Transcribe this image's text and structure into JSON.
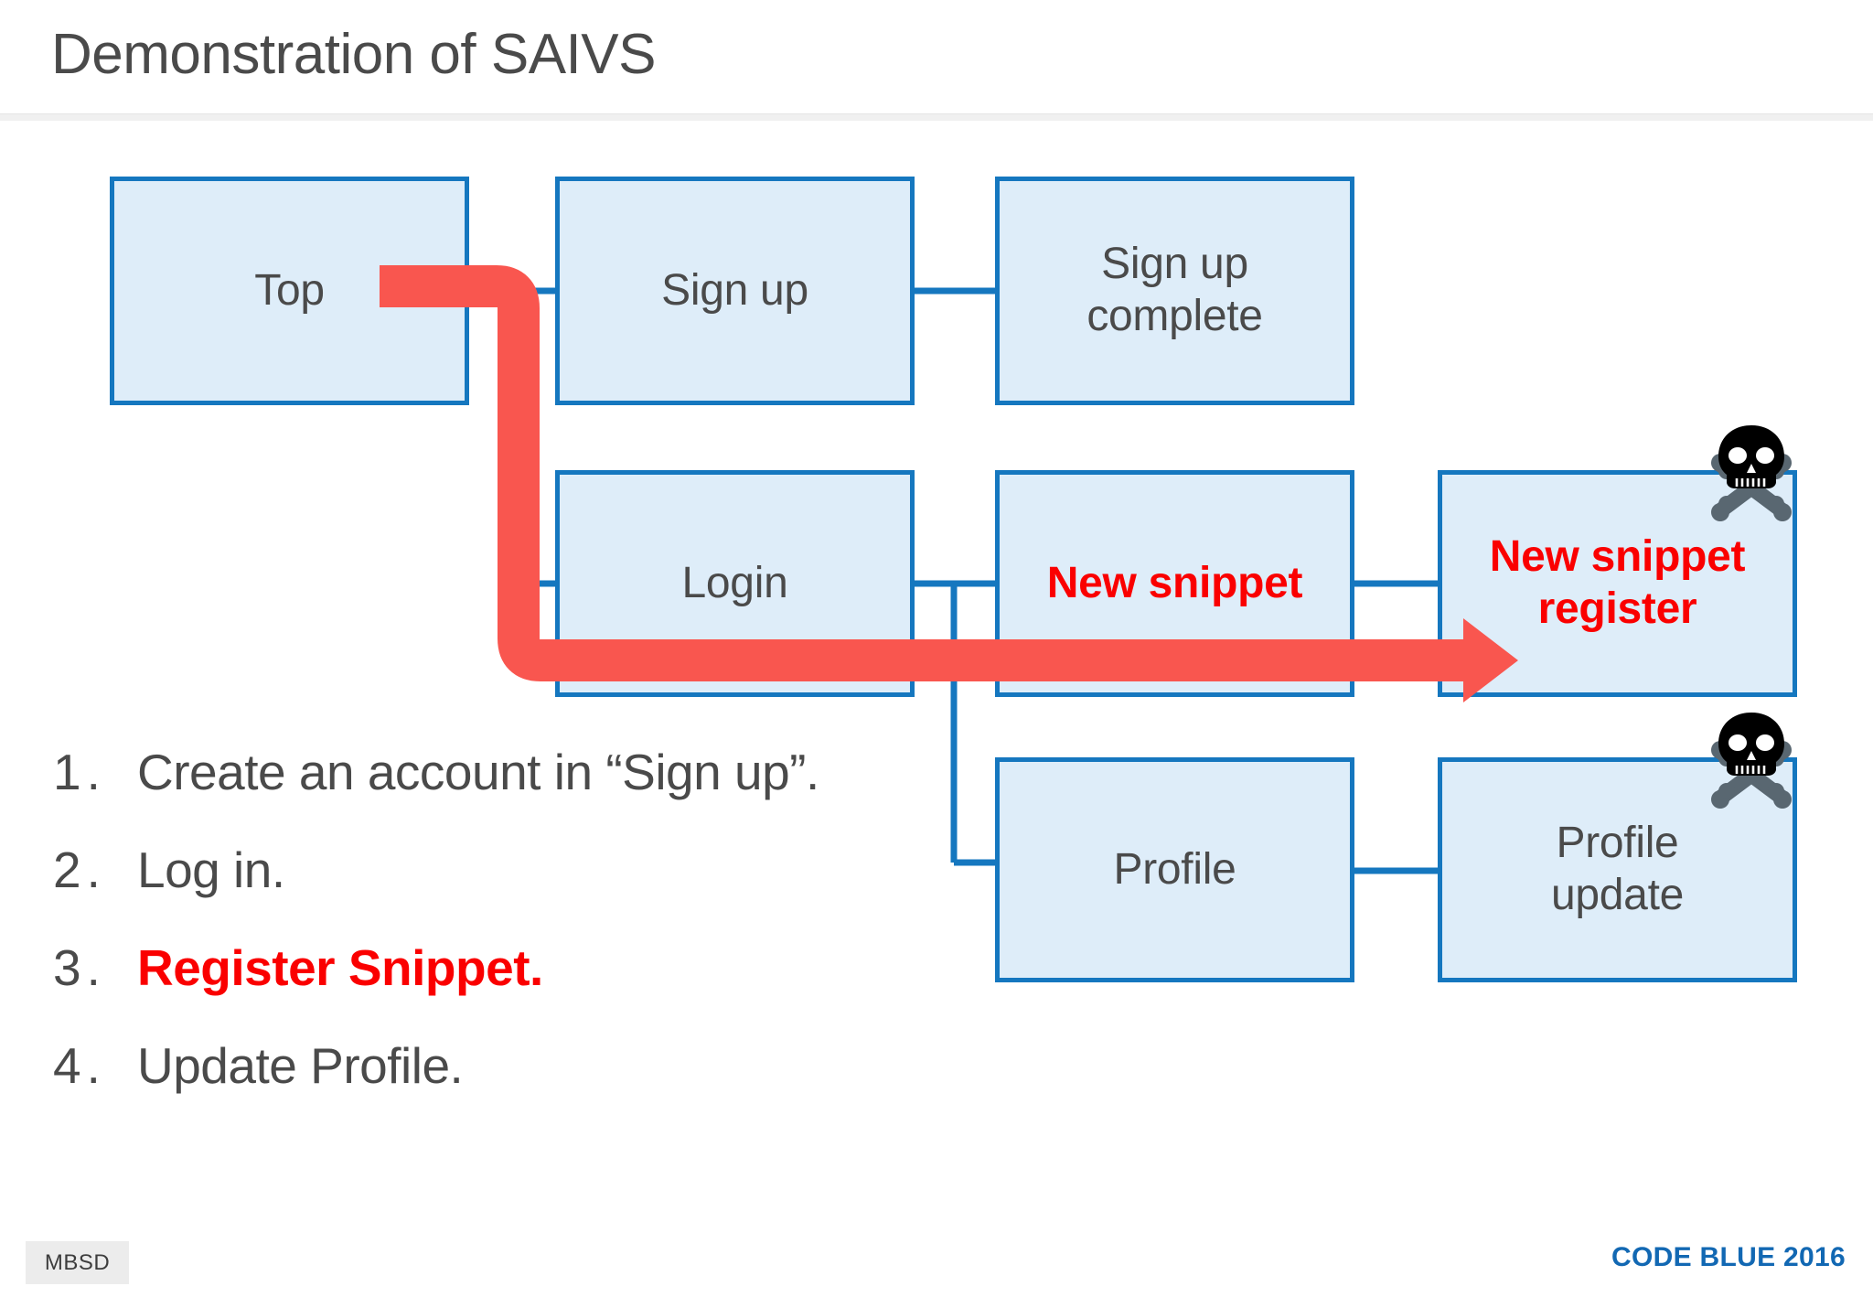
{
  "slide": {
    "title": "Demonstration of SAIVS"
  },
  "diagram": {
    "type": "site-map-flow",
    "box_fill": "#deedf9",
    "box_border": "#1577bf",
    "connector_color": "#1577bf",
    "highlight_arrow_color": "#f9564f",
    "danger_text_color": "#fa0000",
    "boxes": [
      {
        "id": "top",
        "label": "Top",
        "row": 1,
        "col": 1,
        "danger": false,
        "skull": false
      },
      {
        "id": "signup",
        "label": "Sign up",
        "row": 1,
        "col": 2,
        "danger": false,
        "skull": false
      },
      {
        "id": "signup-complete",
        "label": "Sign up\ncomplete",
        "row": 1,
        "col": 3,
        "danger": false,
        "skull": false
      },
      {
        "id": "login",
        "label": "Login",
        "row": 2,
        "col": 2,
        "danger": false,
        "skull": false
      },
      {
        "id": "new-snippet",
        "label": "New snippet",
        "row": 2,
        "col": 3,
        "danger": true,
        "skull": false
      },
      {
        "id": "new-snippet-register",
        "label": "New snippet\nregister",
        "row": 2,
        "col": 4,
        "danger": true,
        "skull": true
      },
      {
        "id": "profile",
        "label": "Profile",
        "row": 3,
        "col": 3,
        "danger": false,
        "skull": false
      },
      {
        "id": "profile-update",
        "label": "Profile\nupdate",
        "row": 3,
        "col": 4,
        "danger": false,
        "skull": true
      }
    ],
    "box_labels": {
      "top": "Top",
      "signup": "Sign up",
      "signup_complete_line1": "Sign up",
      "signup_complete_line2": "complete",
      "login": "Login",
      "new_snippet": "New snippet",
      "new_snippet_register_line1": "New snippet",
      "new_snippet_register_line2": "register",
      "profile": "Profile",
      "profile_update_line1": "Profile",
      "profile_update_line2": "update"
    },
    "connectors": [
      "top -> signup",
      "signup -> signup-complete",
      "top -> login",
      "login -> new-snippet",
      "new-snippet -> new-snippet-register",
      "login -> profile",
      "profile -> profile-update"
    ],
    "highlight_path": "Top -> down -> right -> New snippet register"
  },
  "steps": [
    {
      "num": "1.",
      "text": "Create an account in “Sign up”.",
      "highlight": false
    },
    {
      "num": "2.",
      "text": "Log in.",
      "highlight": false
    },
    {
      "num": "3.",
      "text": "Register Snippet.",
      "highlight": true
    },
    {
      "num": "4.",
      "text": "Update Profile.",
      "highlight": false
    }
  ],
  "footer": {
    "logo": "MBSD",
    "conference": "CODE BLUE 2016",
    "conference_color": "#1268b3"
  }
}
